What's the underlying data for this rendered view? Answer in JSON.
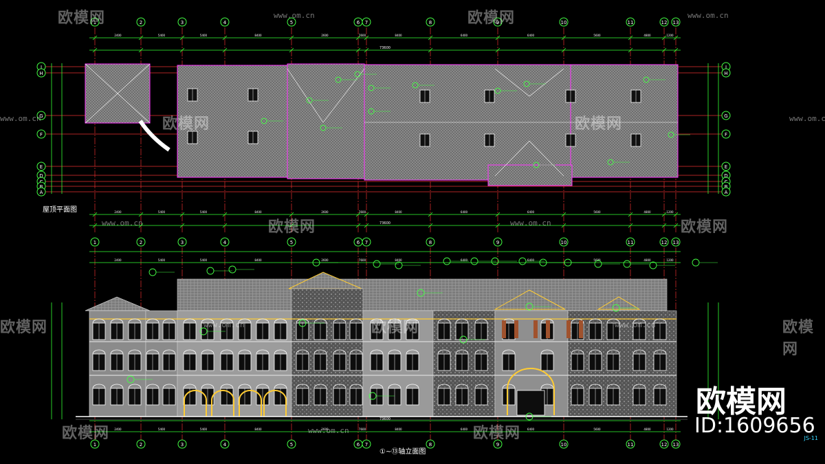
{
  "watermark": {
    "brand": "欧模网",
    "url": "www.om.cn",
    "big_brand": "欧模网",
    "id_label": "ID:1609656"
  },
  "drawing": {
    "roof_plan_title": "屋顶平面图",
    "elevation_title": "①~⑬轴立面图",
    "sheet_no": "JS-11",
    "grid_cols": [
      "1",
      "2",
      "3",
      "4",
      "5",
      "6",
      "7",
      "8",
      "9",
      "10",
      "11",
      "12",
      "13"
    ],
    "grid_rows": [
      "J",
      "H",
      "G",
      "F",
      "E",
      "D",
      "C",
      "B",
      "A"
    ],
    "dim_total": "73600",
    "dims_top": [
      "2400",
      "5400",
      "5400",
      "8400",
      "2600",
      "7600",
      "8400",
      "6400",
      "6400",
      "5600",
      "4800",
      "1200"
    ]
  },
  "colors": {
    "grid_red": "#e83030",
    "dim_green": "#33ff33",
    "roof_magenta": "#ff33ff",
    "wall_gray": "#9a9a9a",
    "facade_yellow": "#ffcc33",
    "bubble": "#44ff44",
    "window_white": "#ffffff"
  }
}
